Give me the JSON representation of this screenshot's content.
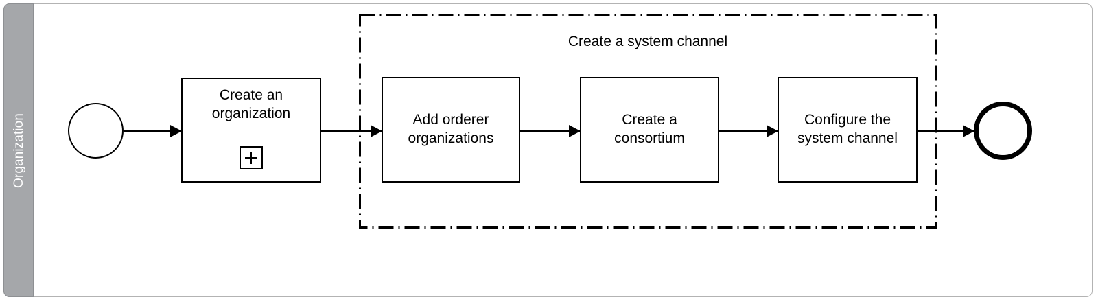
{
  "diagram": {
    "type": "bpmn-process",
    "lane": {
      "label": "Organization"
    },
    "group": {
      "label": "Create a system channel",
      "border_style": "dash-dot"
    },
    "events": [
      {
        "name": "start-event",
        "kind": "start"
      },
      {
        "name": "end-event",
        "kind": "end"
      }
    ],
    "tasks": [
      {
        "label_line1": "Create an",
        "label_line2": "organization",
        "marker": "subprocess-plus"
      },
      {
        "label_line1": "Add orderer",
        "label_line2": "organizations",
        "marker": "none"
      },
      {
        "label_line1": "Create a",
        "label_line2": "consortium",
        "marker": "none"
      },
      {
        "label_line1": "Configure the",
        "label_line2": "system channel",
        "marker": "none"
      }
    ],
    "colors": {
      "lane_header_fill": "#a5a7aa",
      "lane_header_text": "#ffffff",
      "stroke": "#000000",
      "frame_border": "#b3b3b3",
      "background": "#ffffff"
    }
  }
}
